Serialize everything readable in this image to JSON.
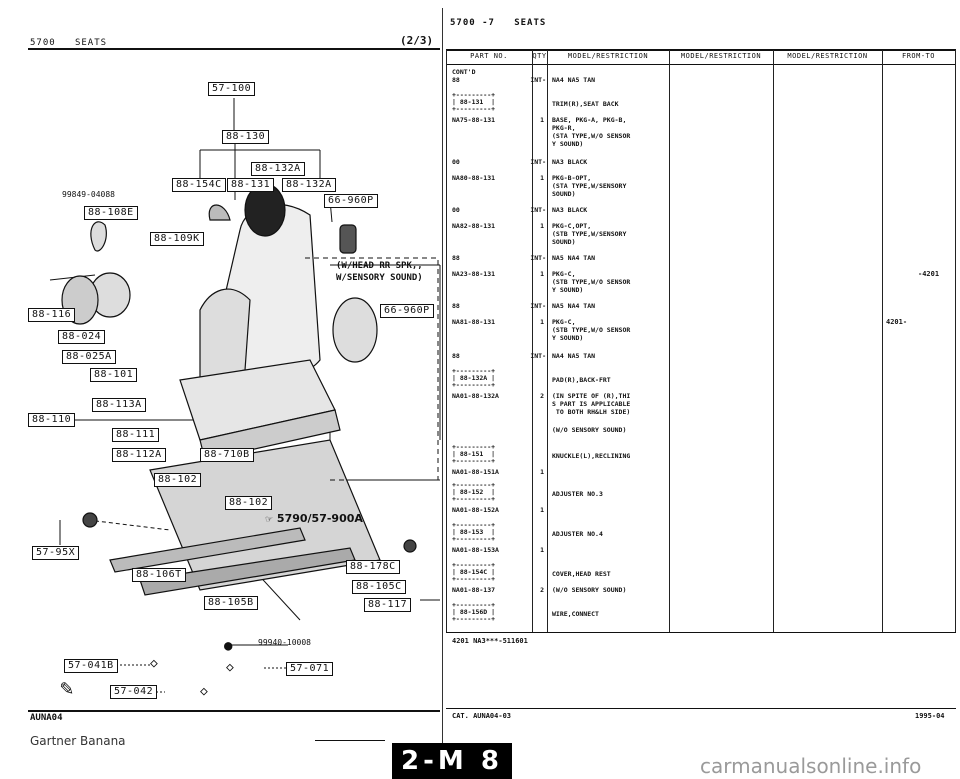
{
  "page_header": {
    "left_code": "5700",
    "left_title": "SEATS",
    "page_marker": "(2/3)",
    "right_code": "5700 -7",
    "right_title": "SEATS"
  },
  "diagram": {
    "part_boxes": [
      "57-100",
      "88-130",
      "88-132A",
      "88-154C",
      "88-131",
      "88-132A",
      "66-960P",
      "88-108E",
      "88-109K",
      "88-116",
      "88-024",
      "88-025A",
      "88-101",
      "66-960P",
      "88-110",
      "88-113A",
      "88-111",
      "88-112A",
      "88-710B",
      "88-102",
      "88-102",
      "57-95X",
      "88-106T",
      "88-178C",
      "88-105C",
      "88-105B",
      "88-117"
    ],
    "labels": {
      "left_part_number": "99849-04088",
      "callout_line1": "(W/HEAD RR SPK,,",
      "callout_line2": "W/SENSORY SOUND)",
      "ref_number": "5790/57-900A",
      "bottom_part": "99940-10008",
      "bottom_boxes": [
        "57-041B",
        "57-071",
        "57-042"
      ]
    }
  },
  "table": {
    "headers": [
      "PART NO.",
      "QTY",
      "MODEL/RESTRICTION",
      "MODEL/RESTRICTION",
      "MODEL/RESTRICTION",
      "FROM-TO"
    ],
    "rows": [
      {
        "model": "CONT'D\n88",
        "qty": "INT-",
        "desc": "NA4 NA5 TAN",
        "from": ""
      },
      {
        "model": "+---------+\n| 88-131  |\n+---------+",
        "qty": "",
        "desc": "TRIM(R),SEAT BACK",
        "from": ""
      },
      {
        "model": "NA75-88-131",
        "qty": "1",
        "desc": "BASE, PKG-A, PKG-B,\nPKG-R,\n(STA TYPE,W/O SENSOR\nY SOUND)",
        "from": ""
      },
      {
        "model": "00",
        "qty": "INT-",
        "desc": "NA3 BLACK",
        "from": ""
      },
      {
        "model": "NA80-88-131",
        "qty": "1",
        "desc": "PKG-B-OPT,\n(STA TYPE,W/SENSORY\nSOUND)",
        "from": ""
      },
      {
        "model": "00",
        "qty": "INT-",
        "desc": "NA3 BLACK",
        "from": ""
      },
      {
        "model": "NA82-88-131",
        "qty": "1",
        "desc": "PKG-C,OPT,\n(STB TYPE,W/SENSORY\nSOUND)",
        "from": ""
      },
      {
        "model": "88",
        "qty": "INT-",
        "desc": "NA5 NA4 TAN",
        "from": ""
      },
      {
        "model": "NA23-88-131",
        "qty": "1",
        "desc": "PKG-C,\n(STB TYPE,W/O SENSOR\nY SOUND)",
        "from": "-4201"
      },
      {
        "model": "88",
        "qty": "INT-",
        "desc": "NA5 NA4 TAN",
        "from": ""
      },
      {
        "model": "NA81-88-131",
        "qty": "1",
        "desc": "PKG-C,\n(STB TYPE,W/O SENSOR\nY SOUND)",
        "from": "4201-"
      },
      {
        "model": "88",
        "qty": "INT-",
        "desc": "NA4 NA5 TAN",
        "from": ""
      },
      {
        "model": "+---------+\n| 88-132A |\n+---------+",
        "qty": "",
        "desc": "PAD(R),BACK-FRT",
        "from": ""
      },
      {
        "model": "NA01-88-132A",
        "qty": "2",
        "desc": "(IN SPITE OF (R),THI\nS PART IS APPLICABLE\n TO BOTH RH&LH SIDE)",
        "from": ""
      },
      {
        "model": "",
        "qty": "",
        "desc": "(W/O SENSORY SOUND)",
        "from": ""
      },
      {
        "model": "+---------+\n| 88-151  |\n+---------+",
        "qty": "",
        "desc": "KNUCKLE(L),RECLINING",
        "from": ""
      },
      {
        "model": "NA01-88-151A",
        "qty": "1",
        "desc": "",
        "from": ""
      },
      {
        "model": "+---------+\n| 88-152  |\n+---------+",
        "qty": "",
        "desc": "ADJUSTER NO.3",
        "from": ""
      },
      {
        "model": "NA01-88-152A",
        "qty": "1",
        "desc": "",
        "from": ""
      },
      {
        "model": "+---------+\n| 88-153  |\n+---------+",
        "qty": "",
        "desc": "ADJUSTER NO.4",
        "from": ""
      },
      {
        "model": "NA01-88-153A",
        "qty": "1",
        "desc": "",
        "from": ""
      },
      {
        "model": "+---------+\n| 88-154C |\n+---------+",
        "qty": "",
        "desc": "COVER,HEAD REST",
        "from": ""
      },
      {
        "model": "NA01-88-137",
        "qty": "2",
        "desc": "(W/O SENSORY SOUND)",
        "from": ""
      },
      {
        "model": "+---------+\n| 88-156D |\n+---------+",
        "qty": "",
        "desc": "WIRE,CONNECT",
        "from": ""
      }
    ],
    "footer_code": "4201 NA3***-511601"
  },
  "footer": {
    "left_code": "AUNA04",
    "cat_label": "CAT. AUNA04-03",
    "date": "1995-04",
    "watermark_left": "Gartner Banana",
    "page_tab": "2-M 8",
    "watermark_right": "carmanualsonline.info"
  }
}
